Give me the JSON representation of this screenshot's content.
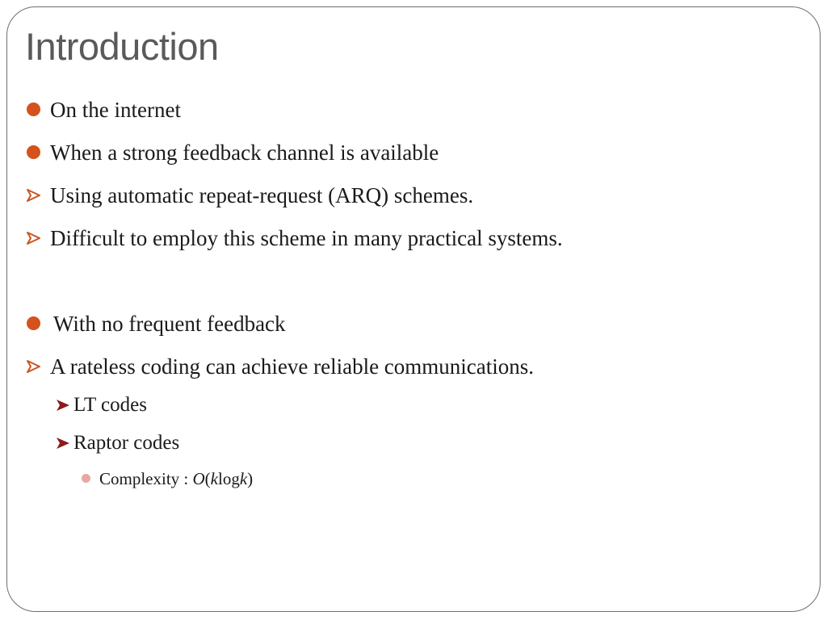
{
  "slide": {
    "title": "Introduction",
    "colors": {
      "bullet_orange": "#d5521c",
      "arrow_outline": "#c8561e",
      "arrow_dark_red": "#8b1a1a",
      "bullet_pink": "#e8a8a0"
    },
    "items": [
      {
        "text": "On the internet",
        "bullet": "circle-bullet-icon"
      },
      {
        "text": "When a strong feedback channel is available",
        "bullet": "circle-bullet-icon"
      },
      {
        "text": "Using automatic repeat-request (ARQ) schemes.",
        "bullet": "arrow-bullet-icon"
      },
      {
        "text": "Difficult to employ this scheme in many practical systems.",
        "bullet": "arrow-bullet-icon"
      },
      {
        "text": "With no frequent feedback",
        "bullet": "circle-bullet-icon"
      },
      {
        "text": "A rateless coding can achieve reliable communications.",
        "bullet": "arrow-bullet-icon"
      },
      {
        "text": "LT codes",
        "bullet": "arrow-bullet-icon"
      },
      {
        "text": "Raptor codes",
        "bullet": "arrow-bullet-icon"
      },
      {
        "text_prefix": "Complexity : ",
        "text_O": "O",
        "text_paren_open": "(",
        "text_k1": "k",
        "text_log": "log",
        "text_k2": "k",
        "text_paren_close": ")",
        "bullet": "circle-bullet-icon"
      }
    ]
  }
}
